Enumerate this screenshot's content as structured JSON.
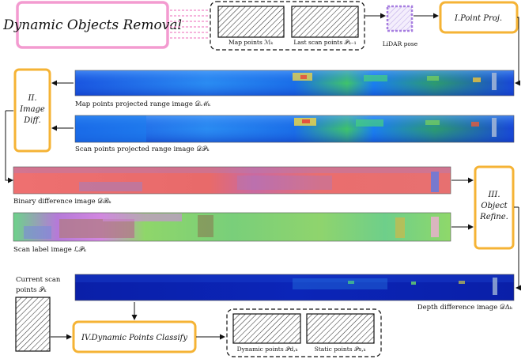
{
  "title": "Dynamic Objects Removal",
  "inputs": {
    "map_points": "Map points ℳₖ",
    "last_scan_points": "Last scan points 𝒫ₖ₋₁",
    "lidar_pose": "LiDAR pose"
  },
  "stages": {
    "point_proj": "I.Point Proj.",
    "image_diff": [
      "II.",
      "Image",
      "Diff."
    ],
    "object_refine": [
      "III.",
      "Object",
      "Refine."
    ],
    "dynamic_classify": "IV.Dynamic Points Classify"
  },
  "images": {
    "map_range": "Map points projected range image 𝒟ℳₖ",
    "scan_range": "Scan points projected range image 𝒟𝒫ₖ",
    "binary_diff": "Binary difference image 𝒟ℬₖ",
    "scan_label": "Scan label image ℒ𝒫ₖ",
    "depth_diff": "Depth difference image 𝒟Δₖ"
  },
  "current_scan": [
    "Current scan",
    "points 𝒫ₖ"
  ],
  "outputs": {
    "dynamic_points": "Dynamic points 𝒫d,ₖ",
    "static_points": "Static points 𝒫s,ₖ"
  },
  "colors": {
    "stage_border": "#f5b335",
    "title_border": "#f39bd0",
    "pose_border": "#a77ee0",
    "arrow": "#111111"
  }
}
